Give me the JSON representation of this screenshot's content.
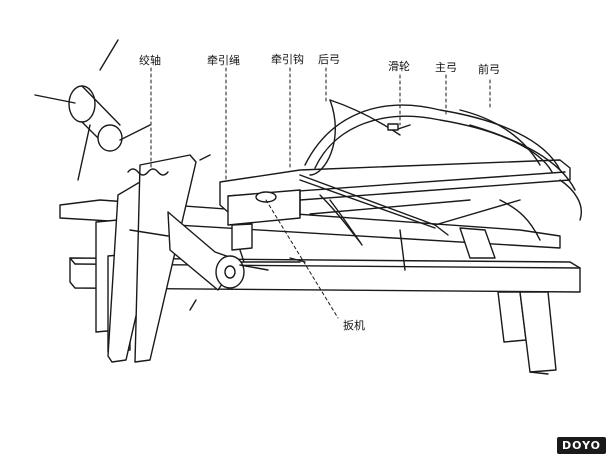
{
  "labels": {
    "winch_axle": "绞轴",
    "pull_rope": "牵引绳",
    "pull_hook": "牵引钩",
    "rear_bow": "后弓",
    "pulley": "滑轮",
    "main_bow": "主弓",
    "front_bow": "前弓",
    "trigger": "扳机"
  },
  "watermark": "DOYO"
}
